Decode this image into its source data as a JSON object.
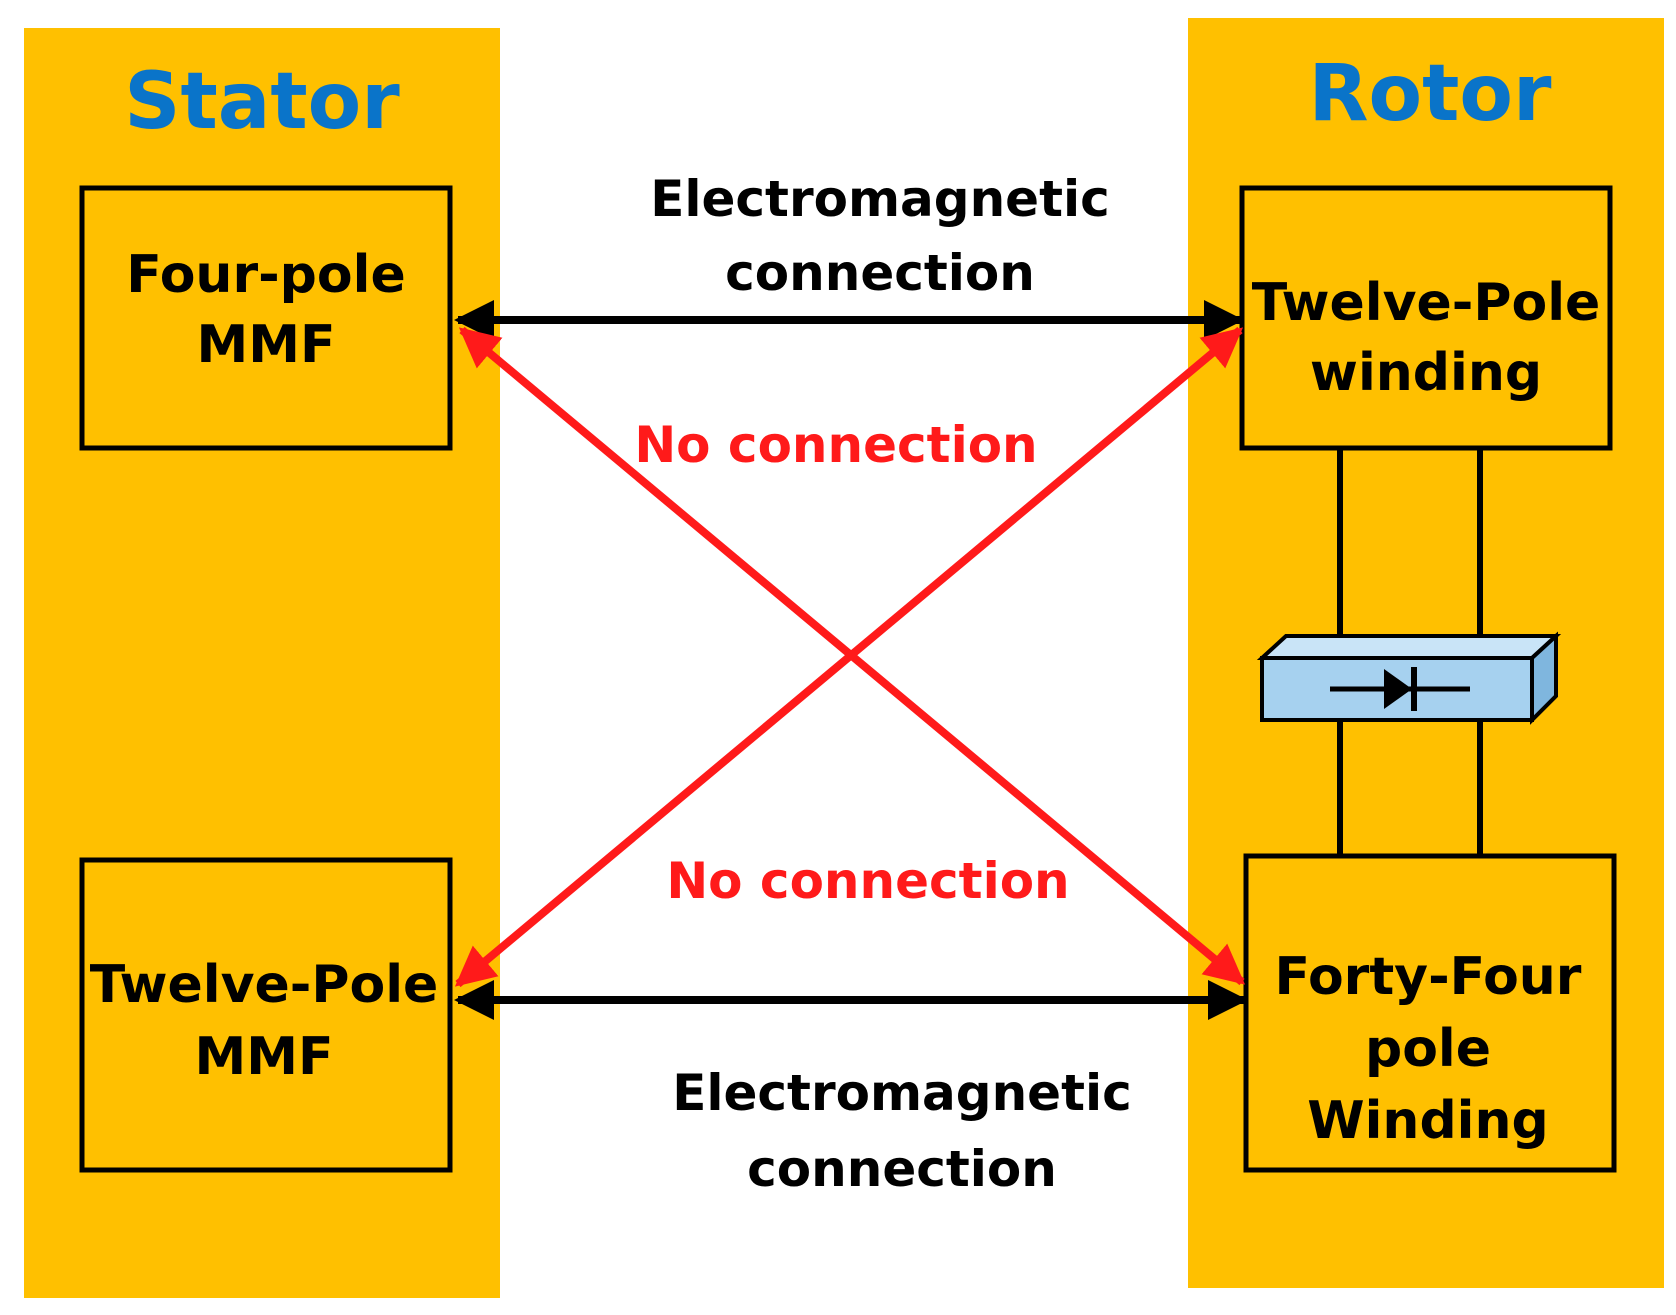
{
  "colors": {
    "panel": "#FFC000",
    "heading": "#0A74C9",
    "no_connection": "#FF1A1A",
    "link": "#000000",
    "diode_body": "#A6D1EF",
    "diode_side": "#7FB6DE"
  },
  "stator": {
    "heading": "Stator",
    "box_top": {
      "line1": "Four-pole",
      "line2": "MMF"
    },
    "box_bottom": {
      "line1": "Twelve-Pole",
      "line2": "MMF"
    }
  },
  "rotor": {
    "heading": "Rotor",
    "box_top": {
      "line1": "Twelve-Pole",
      "line2": "winding"
    },
    "box_bottom": {
      "line1": "Forty-Four",
      "line2": "pole",
      "line3": "Winding"
    },
    "rectifier_icon": "diode-icon"
  },
  "links": {
    "top": {
      "line1": "Electromagnetic",
      "line2": "connection"
    },
    "bottom": {
      "line1": "Electromagnetic",
      "line2": "connection"
    },
    "no_connection_top": "No connection",
    "no_connection_bottom": "No connection"
  }
}
